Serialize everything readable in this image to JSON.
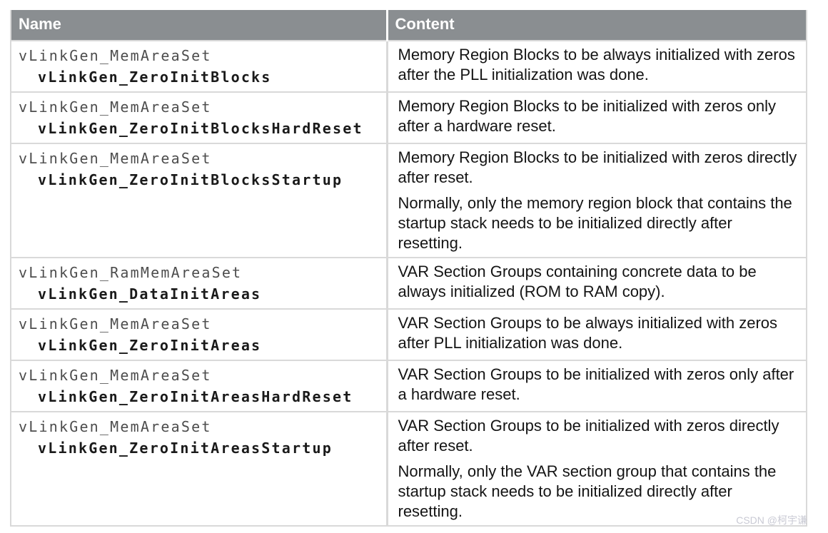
{
  "colors": {
    "header_bg": "#8A8E91",
    "header_text": "#FFFFFF",
    "border": "#D9D9D9",
    "name_type": "#4D4D4D",
    "name_symbol": "#1A1A1A",
    "content_text": "#141414",
    "watermark": "#C9CAD4",
    "page_bg": "#FFFFFF"
  },
  "table": {
    "columns": [
      {
        "label": "Name"
      },
      {
        "label": "Content"
      }
    ],
    "rows": [
      {
        "name_line1": "vLinkGen_MemAreaSet",
        "name_line2": "vLinkGen_ZeroInitBlocks",
        "content": [
          "Memory Region Blocks to be always initialized with zeros after the PLL initialization was done."
        ]
      },
      {
        "name_line1": "vLinkGen_MemAreaSet",
        "name_line2": "vLinkGen_ZeroInitBlocksHardReset",
        "content": [
          "Memory Region Blocks to be initialized with zeros only after a hardware reset."
        ]
      },
      {
        "name_line1": "vLinkGen_MemAreaSet",
        "name_line2": "vLinkGen_ZeroInitBlocksStartup",
        "content": [
          "Memory Region Blocks to be initialized with zeros directly after reset.",
          "Normally, only the memory region block that contains the startup stack needs to be initialized directly after resetting."
        ]
      },
      {
        "name_line1": "vLinkGen_RamMemAreaSet",
        "name_line2": "vLinkGen_DataInitAreas",
        "content": [
          "VAR Section Groups containing concrete data to be always initialized (ROM to RAM copy)."
        ]
      },
      {
        "name_line1": "vLinkGen_MemAreaSet",
        "name_line2": "vLinkGen_ZeroInitAreas",
        "content": [
          "VAR Section Groups to be always initialized with zeros after PLL initialization was done."
        ]
      },
      {
        "name_line1": "vLinkGen_MemAreaSet",
        "name_line2": "vLinkGen_ZeroInitAreasHardReset",
        "content": [
          "VAR Section Groups to be initialized with zeros only after a hardware reset."
        ]
      },
      {
        "name_line1": "vLinkGen_MemAreaSet",
        "name_line2": "vLinkGen_ZeroInitAreasStartup",
        "content": [
          "VAR Section Groups to be initialized with zeros directly after reset.",
          "Normally, only the VAR section group that contains the startup stack needs to be initialized directly after resetting."
        ]
      }
    ]
  },
  "watermark": "CSDN @柯宇谦"
}
